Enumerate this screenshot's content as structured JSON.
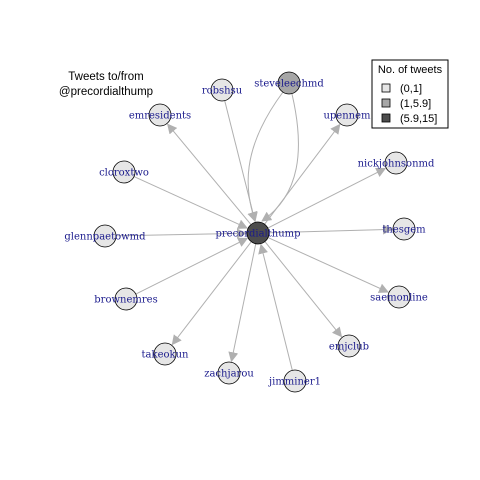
{
  "title": {
    "line1": "Tweets to/from",
    "line2": "@precordialthump"
  },
  "legend": {
    "title": "No. of tweets",
    "items": [
      {
        "label": "(0,1]",
        "color": "#e6e6e6"
      },
      {
        "label": "(1,5.9]",
        "color": "#a6a6a6"
      },
      {
        "label": "(5.9,15]",
        "color": "#4d4d4d"
      }
    ]
  },
  "colors": {
    "edge": "#b0b0b0",
    "label": "#1a1a8c",
    "node_stroke": "#000000"
  },
  "center": {
    "id": "precordialthump",
    "label": "precordialthump",
    "bin": 2
  },
  "nodes": [
    {
      "id": "robshsu",
      "label": "robshsu",
      "bin": 0,
      "direction": "to_center"
    },
    {
      "id": "steveleechmd",
      "label": "steveleechmd",
      "bin": 1,
      "direction": "to_center"
    },
    {
      "id": "emresidents",
      "label": "emresidents",
      "bin": 0,
      "direction": "from_center"
    },
    {
      "id": "upennem",
      "label": "upennem",
      "bin": 0,
      "direction": "from_center"
    },
    {
      "id": "nickjohnsonmd",
      "label": "nickjohnsonmd",
      "bin": 0,
      "direction": "from_center"
    },
    {
      "id": "cloroxtwo",
      "label": "cloroxtwo",
      "bin": 0,
      "direction": "to_center"
    },
    {
      "id": "thesgem",
      "label": "thesgem",
      "bin": 0,
      "direction": "from_center"
    },
    {
      "id": "glennpaetowmd",
      "label": "glennpaetowmd",
      "bin": 0,
      "direction": "to_center"
    },
    {
      "id": "saemonline",
      "label": "saemonline",
      "bin": 0,
      "direction": "from_center"
    },
    {
      "id": "brownemres",
      "label": "brownemres",
      "bin": 0,
      "direction": "to_center"
    },
    {
      "id": "emjclub",
      "label": "emjclub",
      "bin": 0,
      "direction": "from_center"
    },
    {
      "id": "takeokun",
      "label": "takeokun",
      "bin": 0,
      "direction": "from_center"
    },
    {
      "id": "zachjarou",
      "label": "zachjarou",
      "bin": 0,
      "direction": "from_center"
    },
    {
      "id": "jimminer1",
      "label": "jimminer1",
      "bin": 0,
      "direction": "to_center"
    }
  ]
}
